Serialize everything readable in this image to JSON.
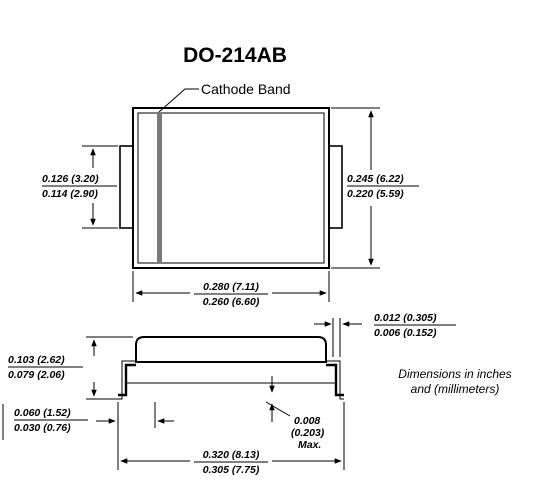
{
  "title": "DO-214AB",
  "cathode_label": "Cathode Band",
  "dims": {
    "lead_w_max": "0.126 (3.20)",
    "lead_w_min": "0.114 (2.90)",
    "body_h_max": "0.245 (6.22)",
    "body_h_min": "0.220 (5.59)",
    "body_w_max": "0.280 (7.11)",
    "body_w_min": "0.260 (6.60)",
    "lead_t_max": "0.012 (0.305)",
    "lead_t_min": "0.006 (0.152)",
    "height_max": "0.103 (2.62)",
    "height_min": "0.079 (2.06)",
    "foot_max": "0.060 (1.52)",
    "foot_min": "0.030 (0.76)",
    "overall_max": "0.320 (8.13)",
    "overall_min": "0.305 (7.75)",
    "standoff_1": "0.008",
    "standoff_2": "(0.203)",
    "standoff_3": "Max."
  },
  "note": {
    "line1": "Dimensions in inches",
    "line2": "and (millimeters)"
  }
}
